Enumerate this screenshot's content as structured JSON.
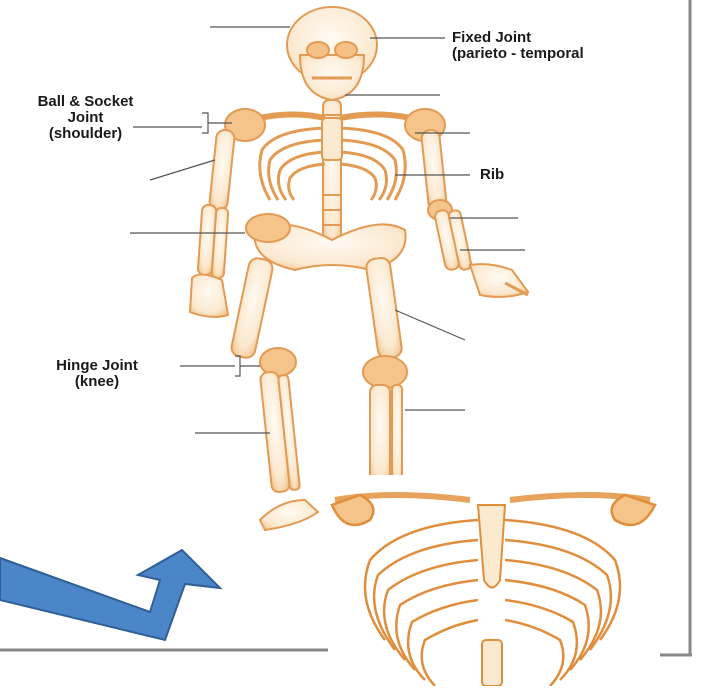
{
  "labels": {
    "fixed_joint": {
      "line1": "Fixed Joint",
      "line2": "(parieto - temporal"
    },
    "ball_socket": {
      "line1": "Ball & Socket",
      "line2": "Joint",
      "line3": "(shoulder)"
    },
    "rib": {
      "text": "Rib"
    },
    "hinge_joint": {
      "line1": "Hinge Joint",
      "line2": "(knee)"
    }
  },
  "colors": {
    "bone": "#fbf1e3",
    "bone_outline": "#e9a35c",
    "joint_shade": "#f4c48a",
    "arrow_fill": "#4a86c8",
    "arrow_stroke": "#2f5f96",
    "frame": "#888888"
  }
}
